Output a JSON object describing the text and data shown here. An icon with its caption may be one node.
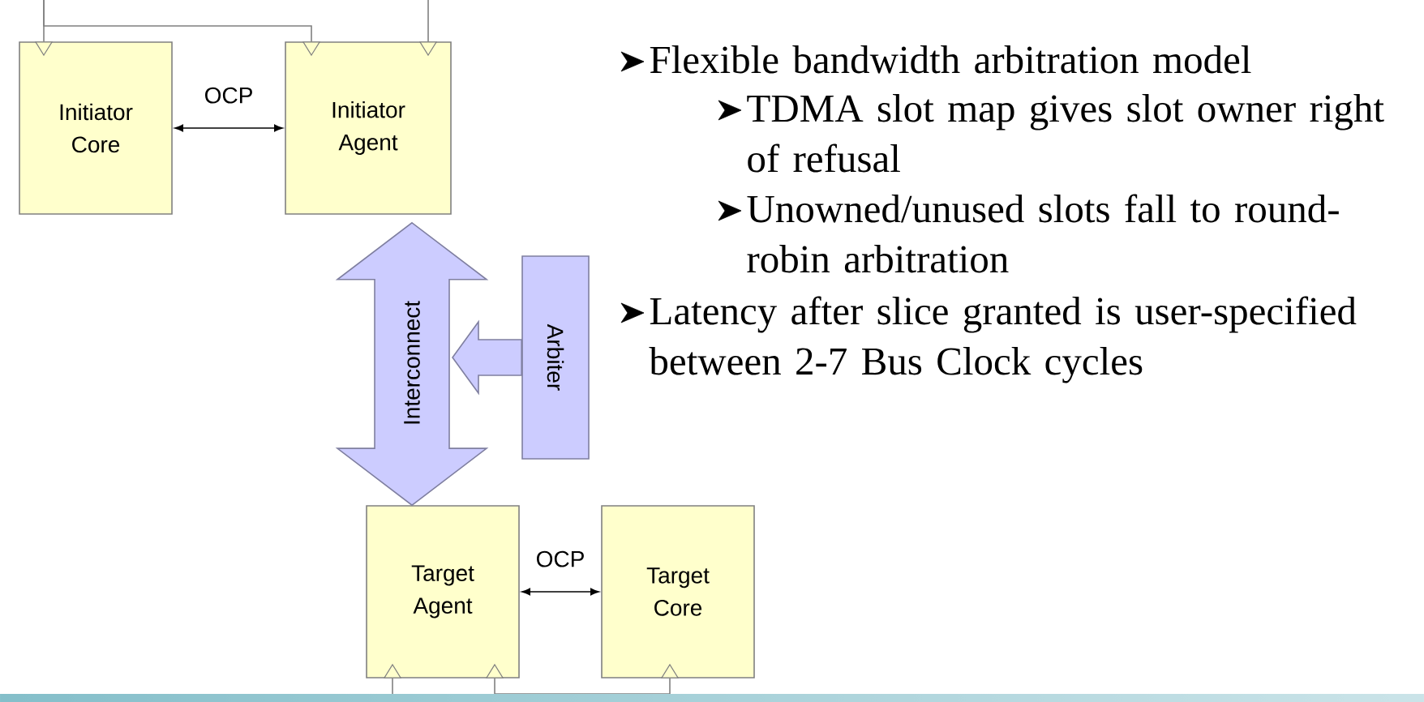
{
  "diagram": {
    "nodes": [
      {
        "text": [
          "Initiator Core"
        ]
      },
      {
        "text": [
          "Initiator Agent"
        ]
      },
      {
        "text": [
          "Arbiter"
        ]
      },
      {
        "text": [
          "Target Agent"
        ]
      },
      {
        "text": [
          "Target Core"
        ]
      }
    ],
    "edges": [
      {
        "from": 0,
        "to": 1,
        "arrow": "both",
        "label": "OCP",
        "color": "#000000"
      },
      {
        "from": 1,
        "to": 3,
        "arrow": "both",
        "label": "Interconnect",
        "style": "thick"
      },
      {
        "from": 2,
        "to": null,
        "arrow": "to",
        "style": "thick"
      },
      {
        "from": 3,
        "to": 4,
        "arrow": "both",
        "label": "OCP",
        "color": "#000000"
      },
      {
        "from": null,
        "to": 0,
        "arrow": "to"
      },
      {
        "from": null,
        "to": 1,
        "arrow": "to"
      },
      {
        "from": null,
        "to": 1,
        "arrow": "to"
      },
      {
        "from": null,
        "to": 3,
        "arrow": "to"
      },
      {
        "from": 3,
        "to": 4,
        "arrow": "both"
      }
    ],
    "labels": [
      "Flexible bandwidth arbitration model",
      "TDMA slot map gives slot owner right of refusal",
      "Unowned/unused slots fall to round-robin arbitration",
      "Latency after slice granted is user-specified between 2-7 Bus Clock cycles"
    ]
  }
}
